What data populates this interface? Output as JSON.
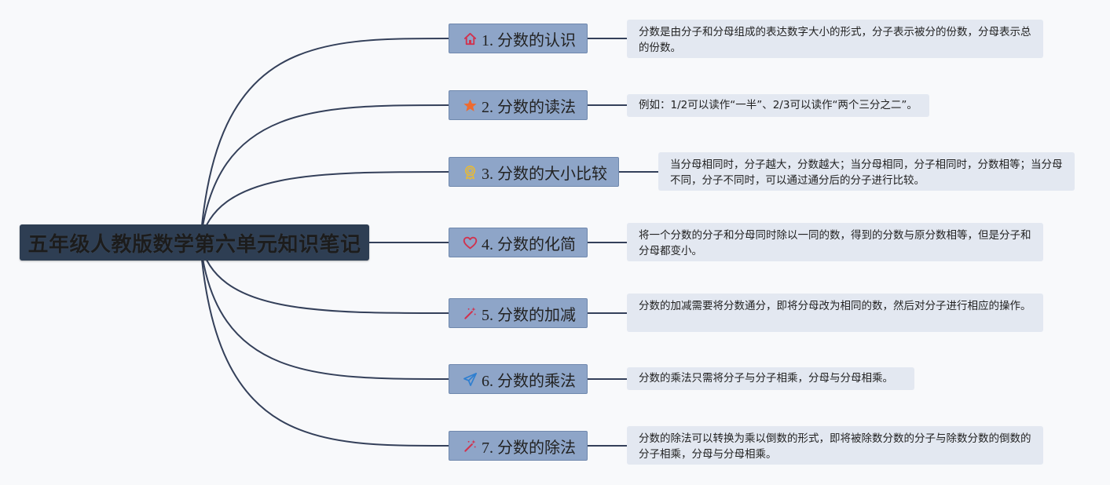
{
  "mindmap": {
    "root": {
      "title": "五年级人教版数学第六单元知识笔记"
    },
    "branches": [
      {
        "label": "1. 分数的认识",
        "icon": "home-icon",
        "icon_color": "#d0334f",
        "note": "分数是由分子和分母组成的表达数字大小的形式，分子表示被分的份数，分母表示总的份数。"
      },
      {
        "label": "2. 分数的读法",
        "icon": "star-icon",
        "icon_color": "#ee6b31",
        "note": "例如：1/2可以读作“一半”、2/3可以读作“两个三分之二”。"
      },
      {
        "label": "3. 分数的大小比较",
        "icon": "award-icon",
        "icon_color": "#e5b93a",
        "note": "当分母相同时，分子越大，分数越大；当分母相同，分子相同时，分数相等；当分母不同，分子不同时，可以通过通分后的分子进行比较。"
      },
      {
        "label": "4. 分数的化简",
        "icon": "heart-icon",
        "icon_color": "#d0334f",
        "note": "将一个分数的分子和分母同时除以一同的数，得到的分数与原分数相等，但是分子和分母都变小。"
      },
      {
        "label": "5. 分数的加减",
        "icon": "magic-wand-icon",
        "icon_color": "#d0334f",
        "note": "分数的加减需要将分数通分，即将分母改为相同的数，然后对分子进行相应的操作。"
      },
      {
        "label": "6. 分数的乘法",
        "icon": "paper-plane-icon",
        "icon_color": "#2f7fd0",
        "note": "分数的乘法只需将分子与分子相乘，分母与分母相乘。"
      },
      {
        "label": "7. 分数的除法",
        "icon": "magic-wand-icon",
        "icon_color": "#d0334f",
        "note": "分数的除法可以转换为乘以倒数的形式，即将被除数分数的分子与除数分数的倒数的分子相乘，分母与分母相乘。"
      }
    ]
  }
}
